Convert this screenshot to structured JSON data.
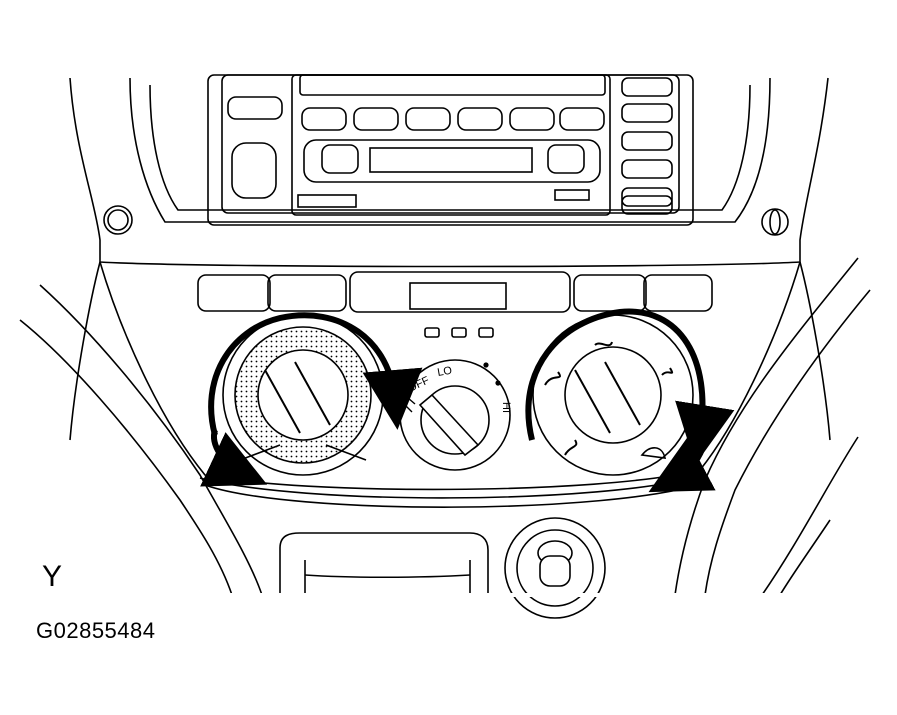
{
  "figure": {
    "corner_letter": "Y",
    "figure_code": "G02855484"
  },
  "fan_knob": {
    "marks": [
      "OFF",
      "LO",
      "HI"
    ]
  },
  "colors": {
    "line": "#000000",
    "background": "#ffffff"
  }
}
